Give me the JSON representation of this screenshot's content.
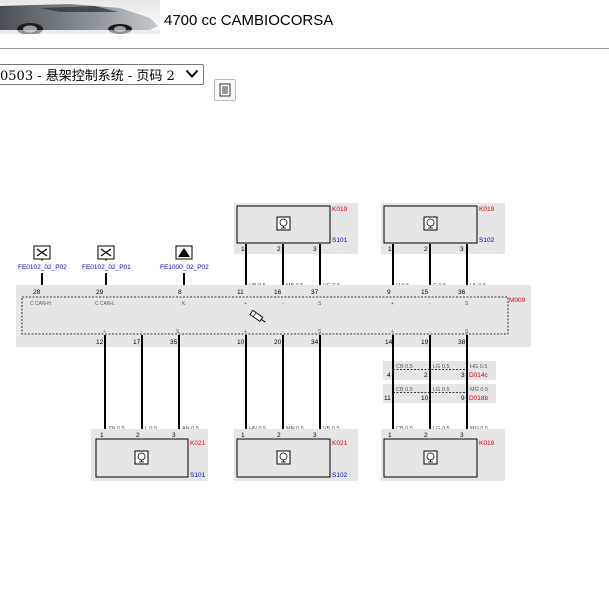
{
  "header": {
    "model_text": "4700 cc CAMBIOCORSA",
    "car_image_icon": "car-photo"
  },
  "toolbar": {
    "page_select_value": "0503 - 悬架控制系统 - 页码 2",
    "print_icon": "print-icon"
  },
  "diagram": {
    "connectors": [
      {
        "id": "K019",
        "splice": "S101",
        "pins": [
          "1",
          "2",
          "3"
        ]
      },
      {
        "id": "K019",
        "splice": "S102",
        "pins": [
          "1",
          "2",
          "3"
        ]
      },
      {
        "id": "K021",
        "splice": "S101",
        "pins": [
          "1",
          "2",
          "3"
        ]
      },
      {
        "id": "K021",
        "splice": "S102",
        "pins": [
          "1",
          "2",
          "3"
        ]
      },
      {
        "id": "K019",
        "splice": "",
        "pins": [
          "1",
          "2",
          "3"
        ]
      }
    ],
    "module": {
      "id": "M009"
    },
    "fuse_refs": [
      "FE0102_02_P02",
      "FE0102_02_P01",
      "FE1000_02_P02"
    ],
    "module_top_pins": [
      "28",
      "29",
      "8",
      "11",
      "16",
      "37",
      "9",
      "15",
      "36"
    ],
    "module_bottom_pins": [
      "12",
      "17",
      "35",
      "10",
      "20",
      "34",
      "14",
      "19",
      "38"
    ],
    "module_top_labels": [
      "C CAN-H",
      "C CAN-L",
      "K",
      "+",
      "-",
      "S",
      "+",
      "-",
      "S"
    ],
    "module_bottom_labels": [
      "+",
      "-",
      "S",
      "+",
      "-",
      "S",
      "+",
      "-",
      "S"
    ],
    "top_wires": [
      "HB 0.5",
      "MB 0.5",
      "VG 0.5",
      "H 0.5",
      "C 0.5",
      "HL 0.5"
    ],
    "bottom_wires_left": [
      "ZN 0.5",
      "L 0.5",
      "AN 0.5"
    ],
    "bottom_wires_mid": [
      "HN 0.5",
      "MN 0.5",
      "VB 0.5"
    ],
    "right_chain": {
      "d014c": {
        "id": "D014c",
        "left_pin": "4",
        "mid_pin": "2",
        "right_pin": "3",
        "wires": [
          "CB 0.5",
          "LG 0.5",
          "HG 0.5"
        ]
      },
      "d018b": {
        "id": "D018b",
        "left_pin": "11",
        "mid_pin": "10",
        "right_pin": "9",
        "wires": [
          "CB 0.5",
          "LG 0.5",
          "MG 0.5"
        ]
      },
      "bottom_wires": [
        "CB 0.5",
        "LG 0.5",
        "MG 0.5"
      ]
    }
  }
}
